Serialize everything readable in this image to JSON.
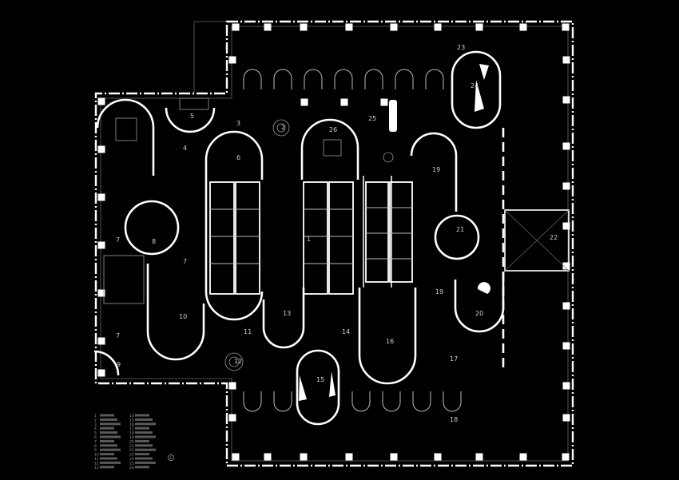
{
  "rooms": [
    {
      "num": "1"
    },
    {
      "num": "2"
    },
    {
      "num": "3"
    },
    {
      "num": "4"
    },
    {
      "num": "5"
    },
    {
      "num": "6"
    },
    {
      "num": "7"
    },
    {
      "num": "7"
    },
    {
      "num": "7"
    },
    {
      "num": "8"
    },
    {
      "num": "9"
    },
    {
      "num": "10"
    },
    {
      "num": "11"
    },
    {
      "num": "12"
    },
    {
      "num": "13"
    },
    {
      "num": "14"
    },
    {
      "num": "15"
    },
    {
      "num": "16"
    },
    {
      "num": "17"
    },
    {
      "num": "18"
    },
    {
      "num": "19"
    },
    {
      "num": "19"
    },
    {
      "num": "20"
    },
    {
      "num": "21"
    },
    {
      "num": "22"
    },
    {
      "num": "23"
    },
    {
      "num": "24"
    },
    {
      "num": "25"
    },
    {
      "num": "26"
    }
  ],
  "legend": {
    "col1": [
      "1",
      "2",
      "3",
      "4",
      "5",
      "6",
      "7",
      "8",
      "9",
      "10",
      "11",
      "12",
      "13"
    ],
    "col2": [
      "14",
      "15",
      "16",
      "17",
      "18",
      "19",
      "20",
      "21",
      "22",
      "23",
      "24",
      "25",
      "26"
    ]
  },
  "north_label": "1"
}
